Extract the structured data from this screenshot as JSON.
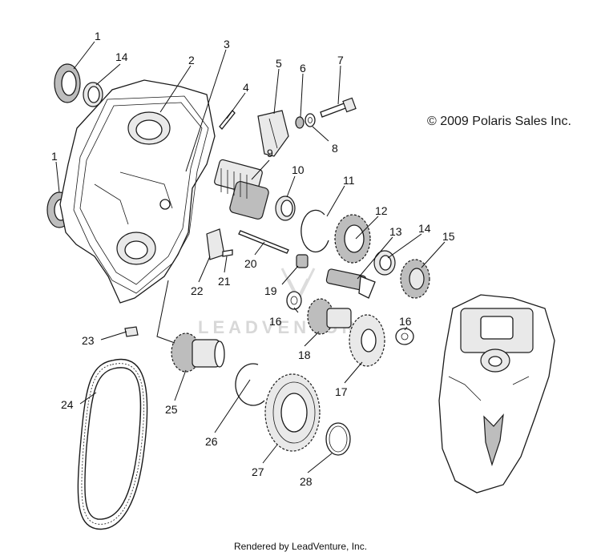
{
  "copyright": "© 2009 Polaris Sales Inc.",
  "footer": "Rendered by LeadVenture, Inc.",
  "watermark": "LEADVENTURE",
  "callouts": [
    "1",
    "14",
    "2",
    "3",
    "4",
    "5",
    "6",
    "7",
    "8",
    "1",
    "9",
    "10",
    "11",
    "12",
    "13",
    "14",
    "15",
    "20",
    "21",
    "22",
    "19",
    "16",
    "18",
    "17",
    "16",
    "23",
    "24",
    "25",
    "26",
    "27",
    "28"
  ]
}
